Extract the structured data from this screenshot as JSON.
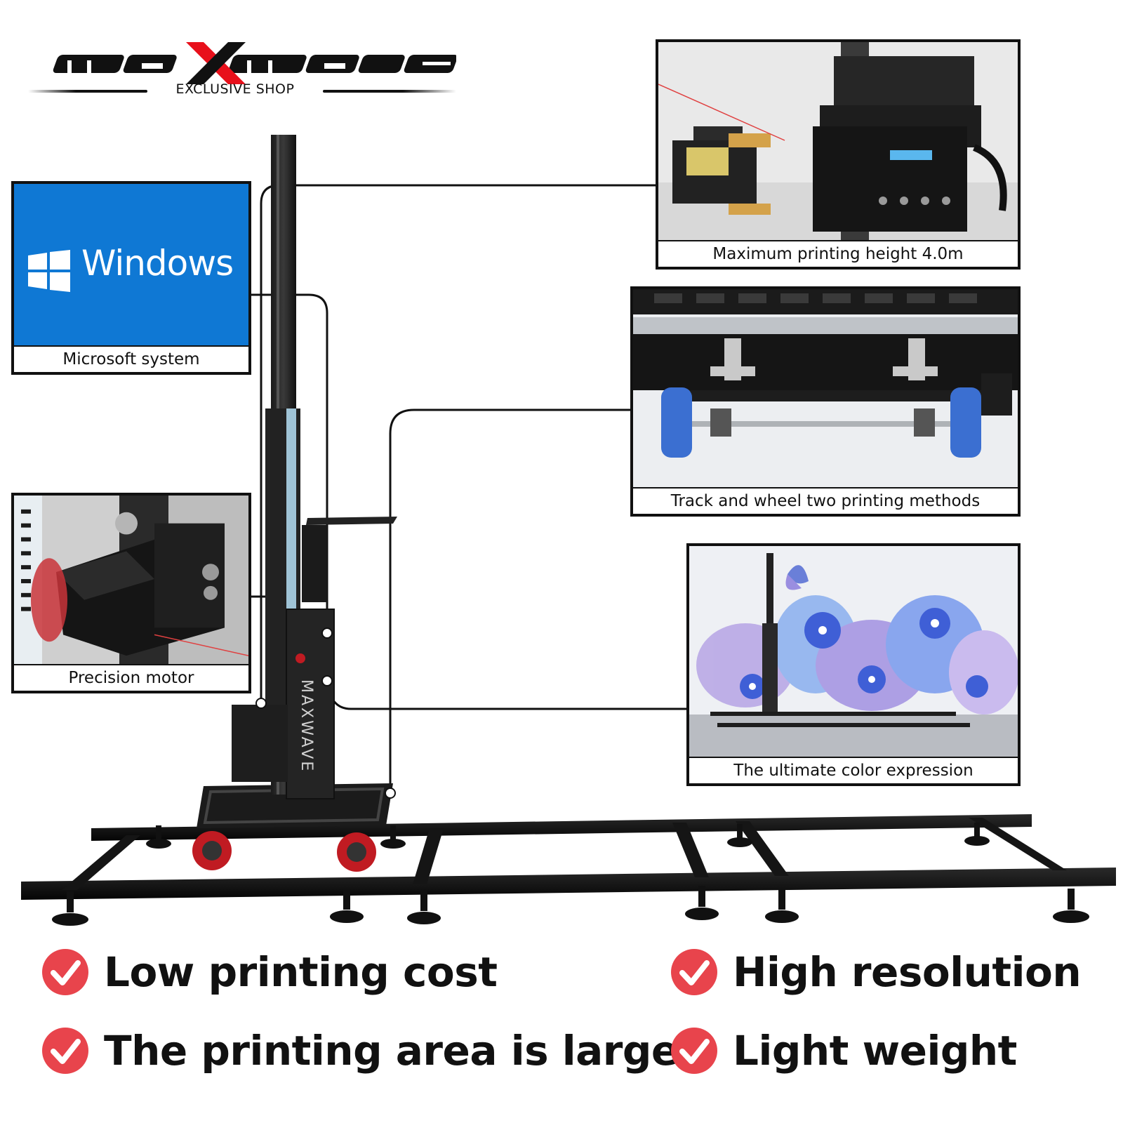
{
  "brand": {
    "name": "MAXWAVE",
    "tagline": "EXCLUSIVE  SHOP",
    "accent_color": "#e8101b"
  },
  "machine": {
    "side_text": "MAXWAVE"
  },
  "callouts": {
    "windows": {
      "logo_text": "Windows",
      "caption": "Microsoft system",
      "bg_color": "#0f78d4"
    },
    "motor": {
      "caption": "Precision motor"
    },
    "height": {
      "caption": "Maximum printing height 4.0m"
    },
    "track": {
      "caption": "Track and wheel two printing methods"
    },
    "color": {
      "caption": "The ultimate color expression"
    }
  },
  "features": [
    {
      "text": "Low printing cost",
      "icon": "check-circle-icon"
    },
    {
      "text": "The printing area is large",
      "icon": "check-circle-icon"
    },
    {
      "text": "High resolution",
      "icon": "check-circle-icon"
    },
    {
      "text": "Light weight",
      "icon": "check-circle-icon"
    }
  ],
  "colors": {
    "check_red": "#e8444c",
    "frame": "#111111"
  }
}
